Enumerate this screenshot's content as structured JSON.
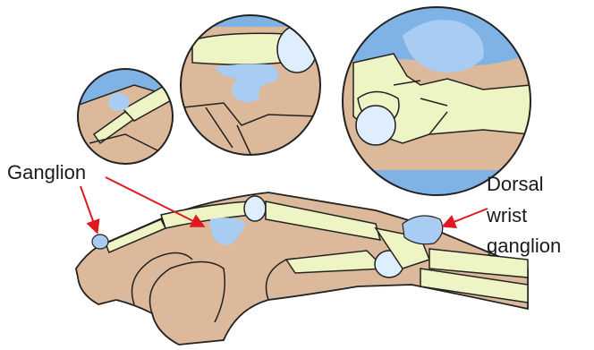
{
  "labels": {
    "ganglion": "Ganglion",
    "dorsal_line1": "Dorsal",
    "dorsal_line2": "wrist",
    "dorsal_line3": "ganglion"
  },
  "colors": {
    "skin": "#dcb99a",
    "bone": "#eef4c4",
    "cyst": "#a9cdf2",
    "background_blue": "#7fb3e6",
    "arrow": "#e0191e",
    "outline": "#222222"
  },
  "icons": {
    "arrow": "red-arrow"
  }
}
